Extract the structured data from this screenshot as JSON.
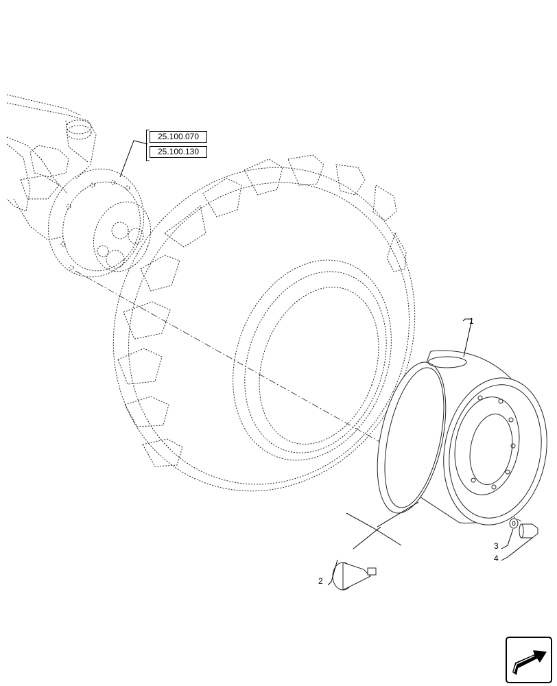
{
  "references": [
    "25.100.070",
    "25.100.130"
  ],
  "callouts": [
    {
      "id": "1",
      "label": "1",
      "part": "wheel-rim"
    },
    {
      "id": "2",
      "label": "2",
      "part": "valve"
    },
    {
      "id": "3",
      "label": "3",
      "part": "washer"
    },
    {
      "id": "4",
      "label": "4",
      "part": "wheel-bolt"
    }
  ],
  "nav": {
    "icon": "next-page-arrow-icon"
  }
}
